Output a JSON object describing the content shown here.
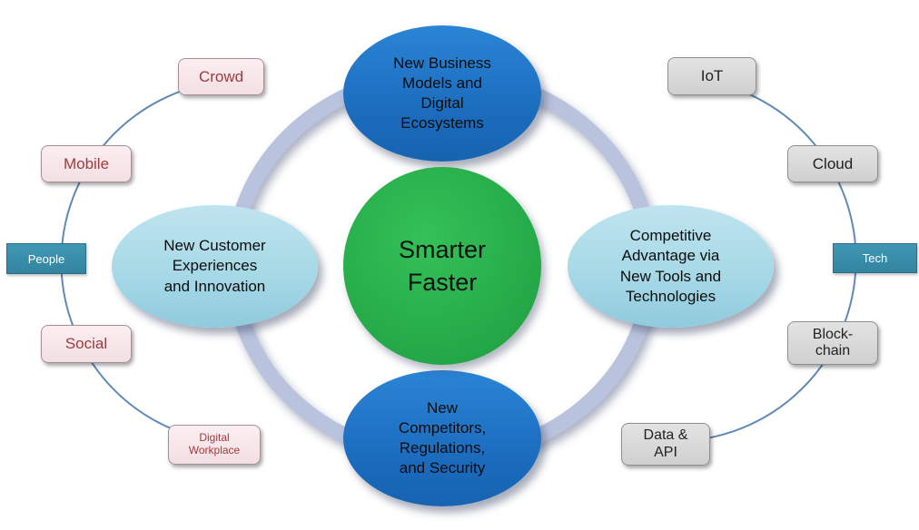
{
  "colors": {
    "center_green": "#27ae4b",
    "ellipse_blue": "#1b6fc0",
    "ellipse_light_blue": "#a5d8e6",
    "orbit_ring": "#b9c3dd",
    "connector_line": "#6089b8",
    "people_box_fill": "#f5e3e7",
    "people_box_text": "#9c3c3c",
    "tech_box_fill": "#d9d9d9",
    "tag_teal": "#368aa8"
  },
  "center": {
    "label": "Smarter\nFaster"
  },
  "ellipses": {
    "top": {
      "label": "New Business\nModels and\nDigital\nEcosystems"
    },
    "bottom": {
      "label": "New\nCompetitors,\nRegulations,\nand Security"
    },
    "left": {
      "label": "New Customer\nExperiences\nand Innovation"
    },
    "right": {
      "label": "Competitive\nAdvantage via\nNew Tools and\nTechnologies"
    }
  },
  "people_group": {
    "tag": "People",
    "items": [
      {
        "label": "Crowd"
      },
      {
        "label": "Mobile"
      },
      {
        "label": "Social"
      },
      {
        "label": "Digital\nWorkplace"
      }
    ]
  },
  "tech_group": {
    "tag": "Tech",
    "items": [
      {
        "label": "IoT"
      },
      {
        "label": "Cloud"
      },
      {
        "label": "Block-\nchain"
      },
      {
        "label": "Data &\nAPI"
      }
    ]
  }
}
